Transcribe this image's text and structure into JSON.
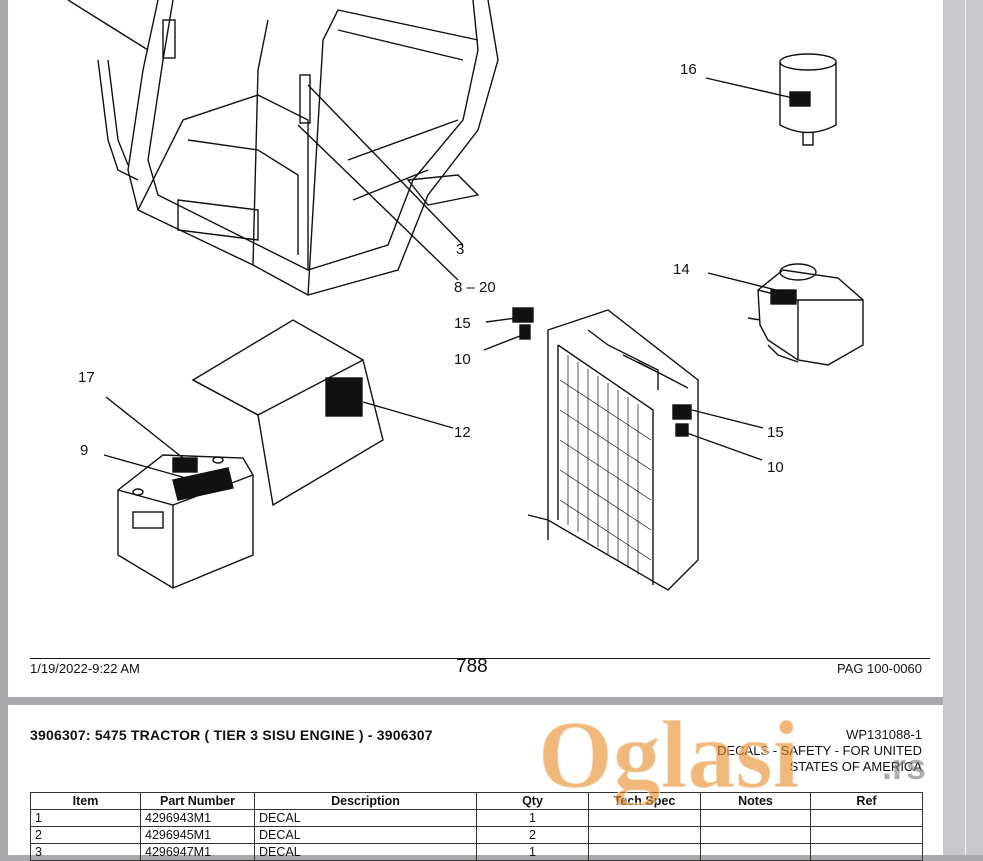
{
  "diagram": {
    "callouts": [
      "16",
      "3",
      "8 – 20",
      "14",
      "15",
      "10",
      "17",
      "12",
      "9",
      "15",
      "10"
    ]
  },
  "footer": {
    "date": "1/19/2022-9:22 AM",
    "page_number": "788",
    "page_ref": "PAG 100-0060"
  },
  "header": {
    "title": "3906307: 5475   TRACTOR  ( TIER 3 SISU ENGINE ) - 3906307",
    "code": "WP131088-1",
    "subtitle": "DECALS - SAFETY - FOR UNITED STATES OF AMERICA"
  },
  "table": {
    "columns": [
      "Item",
      "Part Number",
      "Description",
      "Qty",
      "Tech Spec",
      "Notes",
      "Ref"
    ],
    "rows": [
      [
        "1",
        "4296943M1",
        "DECAL",
        "1",
        "",
        "",
        ""
      ],
      [
        "2",
        "4296945M1",
        "DECAL",
        "2",
        "",
        "",
        ""
      ],
      [
        "3",
        "4296947M1",
        "DECAL",
        "1",
        "",
        "",
        ""
      ]
    ]
  },
  "watermark": {
    "brand": "Oglasi",
    "suffix": ".rs"
  }
}
